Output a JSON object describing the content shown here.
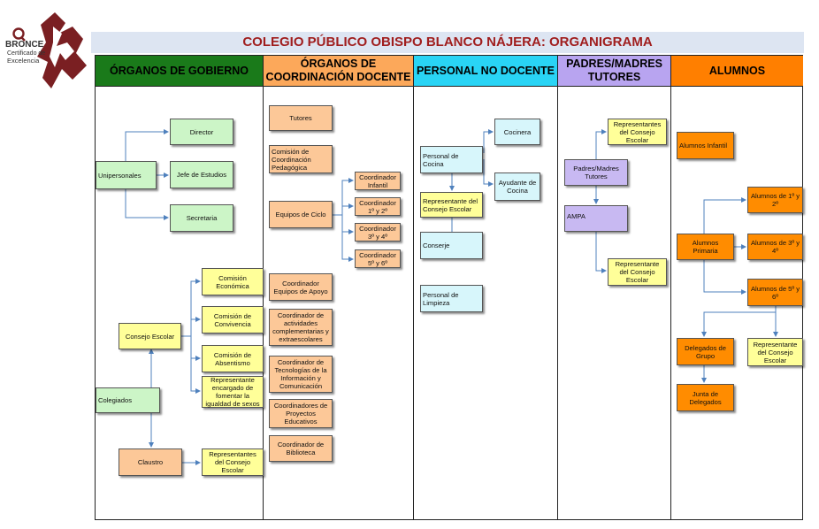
{
  "logo": {
    "letter": "Q",
    "badge": "BRONCE",
    "line1": "Certificado de",
    "line2": "Excelencia"
  },
  "title": "COLEGIO PÚBLICO OBISPO BLANCO NÁJERA: ORGANIGRAMA",
  "columns": [
    {
      "label": "ÓRGANOS DE GOBIERNO",
      "color": "#1a7a1a"
    },
    {
      "label": "ÓRGANOS DE COORDINACIÓN DOCENTE",
      "color": "#fca85a"
    },
    {
      "label": "PERSONAL NO DOCENTE",
      "color": "#29d4f5"
    },
    {
      "label": "PADRES/MADRES TUTORES",
      "color": "#b8a4f0"
    },
    {
      "label": "ALUMNOS",
      "color": "#ff7f00"
    }
  ],
  "gobierno": {
    "director": "Director",
    "unipersonales": "Unipersonales",
    "jefe": "Jefe de Estudios",
    "secretaria": "Secretaria",
    "comision_economica": "Comisión Económica",
    "comision_convivencia": "Comisión de Convivencia",
    "comision_absentismo": "Comisión de Absentismo",
    "consejo_escolar": "Consejo Escolar",
    "igualdad": "Representante encargado de fomentar la igualdad de sexos",
    "colegiados": "Colegiados",
    "claustro": "Claustro",
    "rep_claustro": "Representantes del Consejo Escolar"
  },
  "coordinacion": {
    "tutores": "Tutores",
    "ccp": "Comisión de Coordinación Pedagógica",
    "equipos_ciclo": "Equipos de Ciclo",
    "coord_infantil": "Coordinador Infantil",
    "coord_12": "Coordinador 1º y 2º",
    "coord_34": "Coordinador 3º y 4º",
    "coord_56": "Coordinador 5º y 6º",
    "coord_apoyo": "Coordinador Equipos de Apoyo",
    "coord_actividades": "Coordinador de actividades complementarias y extraescolares",
    "coord_tic": "Coordinador de Tecnologías de la Información y Comunicación",
    "coord_proyectos": "Coordinadores de Proyectos Educativos",
    "coord_biblioteca": "Coordinador de Biblioteca"
  },
  "no_docente": {
    "personal_cocina": "Personal de Cocina",
    "cocinera": "Cocinera",
    "ayudante": "Ayudante de Cocina",
    "rep_consejo": "Representante del Consejo Escolar",
    "conserje": "Conserje",
    "limpieza": "Personal de Limpieza"
  },
  "padres": {
    "rep_top": "Representantes del Consejo Escolar",
    "padres_tutores": "Padres/Madres Tutores",
    "ampa": "AMPA",
    "rep_bottom": "Representante del Consejo Escolar"
  },
  "alumnos": {
    "infantil": "Alumnos Infantil",
    "a12": "Alumnos de 1º y 2º",
    "primaria": "Alumnos Primaria",
    "a34": "Alumnos de 3º y 4º",
    "a56": "Alumnos de 5º y 6º",
    "delegados": "Delegados de Grupo",
    "rep_consejo": "Representante del Consejo Escolar",
    "junta": "Junta de Delegados"
  },
  "colors": {
    "connector": "#4f81bd",
    "title_text": "#a01e1e",
    "title_bg": "#dde5f2"
  }
}
